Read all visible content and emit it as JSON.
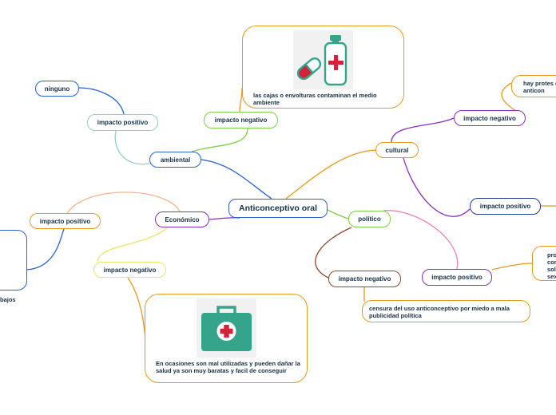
{
  "colors": {
    "blue": "#2a62d3",
    "orange": "#e69a1d",
    "green": "#7cd145",
    "purple": "#8a2fc4",
    "teal": "#95d0c2",
    "darkblue": "#1f3d93",
    "brown": "#8b4a2b",
    "pink": "#e884bd",
    "yellow": "#ece568",
    "peach": "#f3b488",
    "medgreen": "#34a48a",
    "medred": "#d4223a"
  },
  "nodes": {
    "central": "Anticonceptivo oral",
    "ambiental": "ambiental",
    "impacto_positivo_ambiental": "impacto positivo",
    "ninguno": "ninguno",
    "impacto_negativo_ambiental": "impacto negativo",
    "cajas_text": "las cajas o envolturas contaminan el medio ambiente",
    "cultural": "cultural",
    "impacto_negativo_cultural": "impacto negativo",
    "hay_protestas": "hay protes de anticon",
    "impacto_positivo_cultural": "impacto positivo",
    "politico": "político",
    "impacto_negativo_politico": "impacto negativo",
    "censura_text": "censura del uso anticonceptivo por miedo a mala publicidad política",
    "impacto_positivo_politico": "impacto positivo",
    "pro_text": "pro con sol sex",
    "economico": "Económico",
    "impacto_positivo_economico": "impacto positivo",
    "bajos_text": "bajos",
    "impacto_negativo_economico": "impacto negativo",
    "ocasiones_text": "En ocasiones son mal utilizadas y pueden dañar la salud ya son muy baratas y facil de conseguir"
  },
  "icons": {
    "pills": "pill-and-medicine-bottle-icon",
    "kit": "first-aid-kit-icon"
  }
}
